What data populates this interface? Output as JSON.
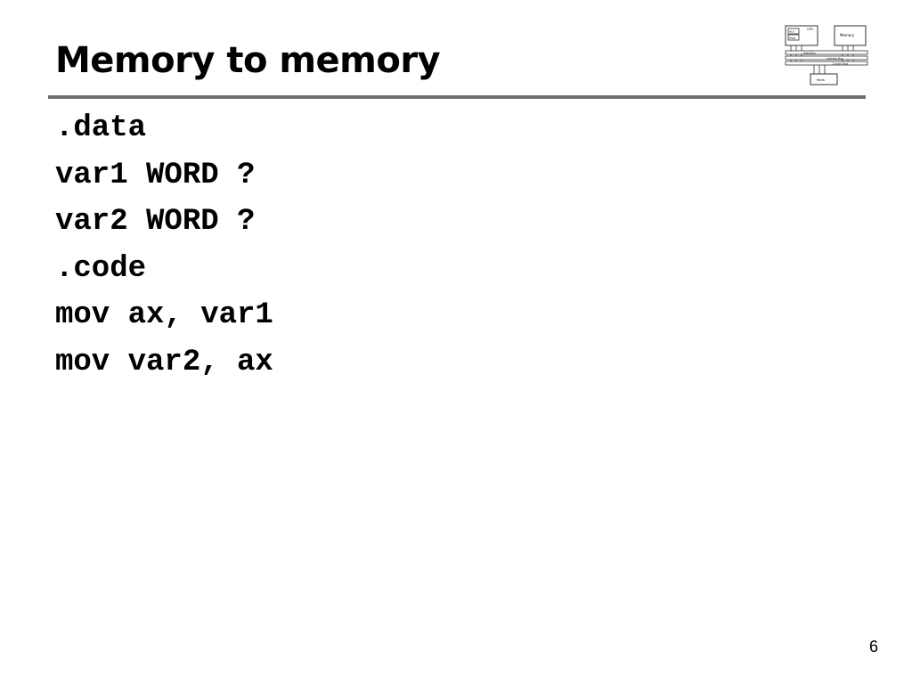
{
  "slide": {
    "title": "Memory to memory",
    "page_number": "6"
  },
  "code_lines": [
    ".data",
    "var1 WORD ?",
    "var2 WORD ?",
    ".code",
    "mov ax, var1",
    "mov var2, ax"
  ],
  "diagram": {
    "icon": "computer-architecture-diagram-icon",
    "labels": {
      "cpu": "CPU",
      "alu": "ALU",
      "registers": "Regs",
      "memory": "Memory",
      "data_bus": "Data Bus",
      "address_bus": "Address Bus",
      "control_bus": "Control Bus",
      "ports": "Ports"
    }
  }
}
